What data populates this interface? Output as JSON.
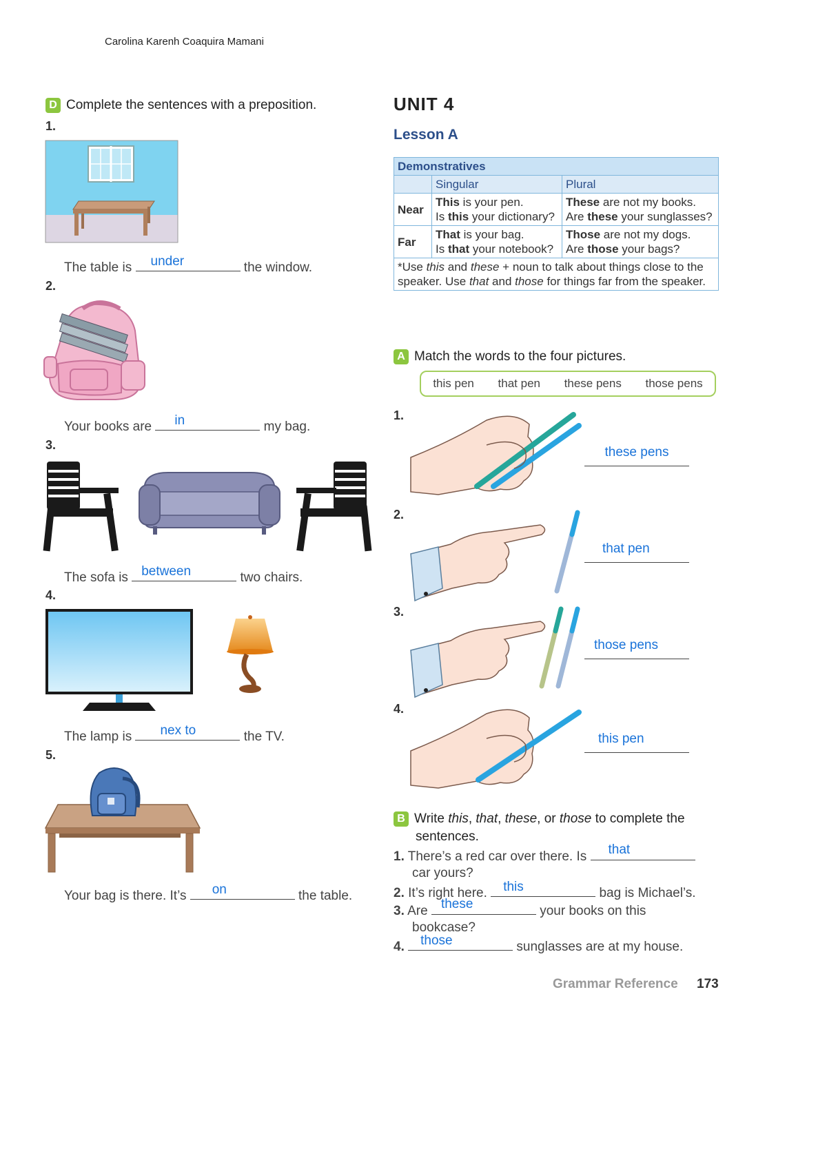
{
  "student_name": "Carolina Karenh Coaquira Mamani",
  "section_d": {
    "badge": "D",
    "instruction": "Complete the sentences with a preposition.",
    "items": [
      {
        "num": "1.",
        "before": "The table is",
        "answer": "under",
        "after": "the window."
      },
      {
        "num": "2.",
        "before": "Your books are",
        "answer": "in",
        "after": "my bag."
      },
      {
        "num": "3.",
        "before": "The sofa is",
        "answer": "between",
        "after": "two chairs."
      },
      {
        "num": "4.",
        "before": "The lamp is",
        "answer": "nex to",
        "after": "the TV."
      },
      {
        "num": "5.",
        "before": "Your bag is there. It’s",
        "answer": "on",
        "after": "the table."
      }
    ]
  },
  "unit": "UNIT 4",
  "lesson": "Lesson A",
  "demonstratives": {
    "title": "Demonstratives",
    "singular": "Singular",
    "plural": "Plural",
    "near": "Near",
    "far": "Far",
    "near_s1_b": "This",
    "near_s1_r": " is your pen.",
    "near_s2_a": "Is ",
    "near_s2_b": "this",
    "near_s2_r": " your dictionary?",
    "near_p1_b": "These",
    "near_p1_r": " are not my books.",
    "near_p2_a": "Are ",
    "near_p2_b": "these",
    "near_p2_r": " your sunglasses?",
    "far_s1_b": "That",
    "far_s1_r": " is your bag.",
    "far_s2_a": "Is ",
    "far_s2_b": "that",
    "far_s2_r": " your notebook?",
    "far_p1_b": "Those",
    "far_p1_r": " are not my dogs.",
    "far_p2_a": "Are ",
    "far_p2_b": "those",
    "far_p2_r": " your bags?",
    "note_1": "*Use ",
    "note_this": "this",
    "note_2": " and ",
    "note_these": "these",
    "note_3": " + noun to talk about things close to the speaker. Use ",
    "note_that": "that",
    "note_4": " and ",
    "note_those": "those",
    "note_5": " for things far from the speaker."
  },
  "section_a": {
    "badge": "A",
    "instruction": "Match the words to the four pictures.",
    "words": [
      "this pen",
      "that pen",
      "these pens",
      "those pens"
    ],
    "items": [
      {
        "num": "1.",
        "answer": "these pens"
      },
      {
        "num": "2.",
        "answer": "that pen"
      },
      {
        "num": "3.",
        "answer": "those pens"
      },
      {
        "num": "4.",
        "answer": "this pen"
      }
    ]
  },
  "section_b": {
    "badge": "B",
    "instr_1": "Write ",
    "instr_this": "this",
    "instr_2": ", ",
    "instr_that": "that",
    "instr_3": ", ",
    "instr_these": "these",
    "instr_4": ", or ",
    "instr_those": "those",
    "instr_5": " to complete the",
    "instr_line2": "sentences.",
    "items": [
      {
        "num": "1.",
        "before": "There’s a red car over there. Is",
        "answer": "that",
        "after": "car yours?"
      },
      {
        "num": "2.",
        "before": "It’s right here.",
        "answer": "this",
        "after": "bag is Michael’s."
      },
      {
        "num": "3.",
        "before": "Are",
        "answer": "these",
        "after": "your books on this",
        "after2": "bookcase?"
      },
      {
        "num": "4.",
        "before": "",
        "answer": "those",
        "after": "sunglasses are at my house."
      }
    ]
  },
  "footer": {
    "label": "Grammar Reference",
    "page": "173"
  }
}
